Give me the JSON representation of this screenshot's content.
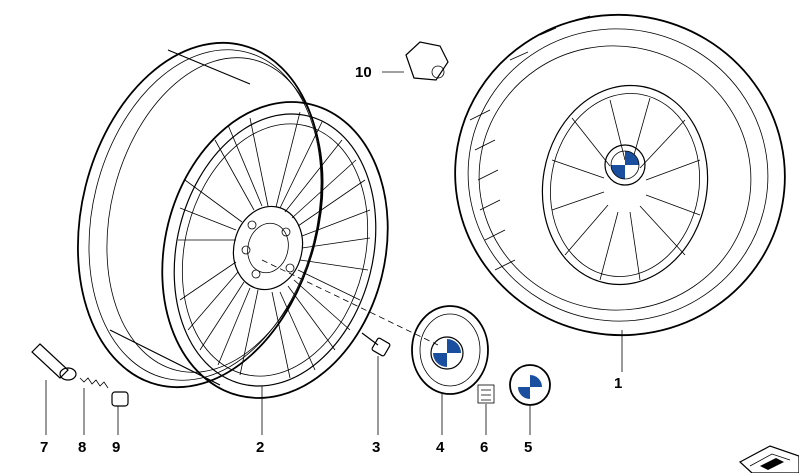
{
  "diagram": {
    "callouts": {
      "c1": "1",
      "c2": "2",
      "c3": "3",
      "c4": "4",
      "c5": "5",
      "c6": "6",
      "c7": "7",
      "c8": "8",
      "c9": "9",
      "c10": "10"
    },
    "colors": {
      "line": "#000000",
      "background": "#ffffff",
      "badge_blue": "#1a4fa0"
    }
  }
}
